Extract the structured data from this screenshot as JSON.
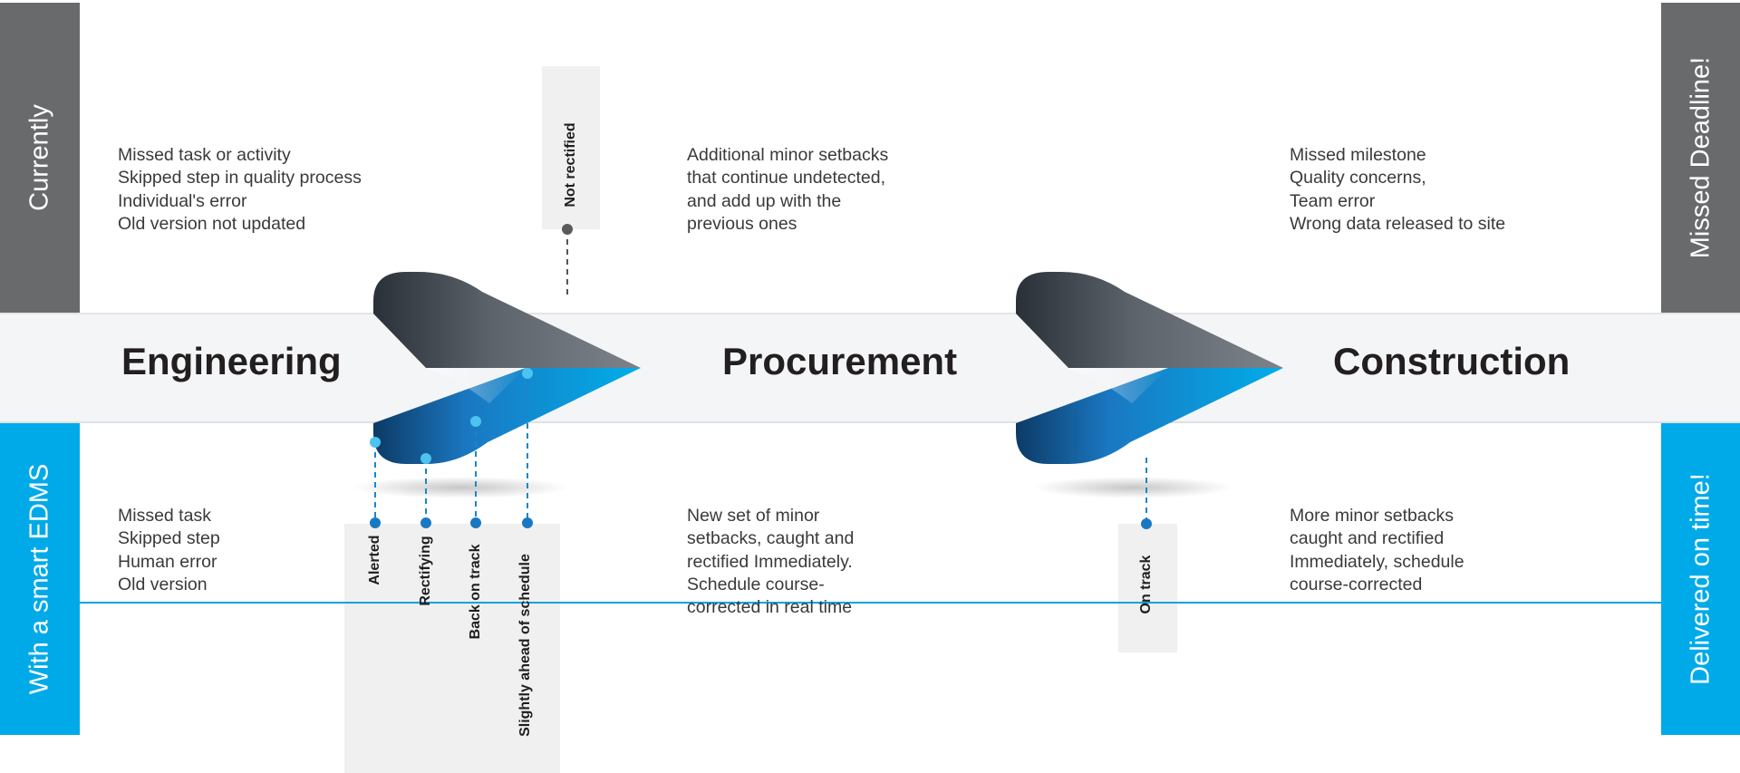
{
  "colors": {
    "current": "#696a6c",
    "smart": "#00aae9",
    "phase_text": "#231f20",
    "body_text": "#3a3a3a"
  },
  "sides": {
    "currently": "Currently",
    "smart": "With a smart EDMS",
    "missed": "Missed Deadline!",
    "delivered": "Delivered on time!"
  },
  "phases": [
    "Engineering",
    "Procurement",
    "Construction"
  ],
  "currently_notes": {
    "engineering": [
      "Missed task or activity",
      "Skipped step in quality process",
      "Individual's error",
      "Old version not updated"
    ],
    "procurement": [
      "Additional minor setbacks",
      "that continue undetected,",
      "and add up with the",
      "previous ones"
    ],
    "construction": [
      "Missed milestone",
      "Quality concerns,",
      "Team error",
      "Wrong data released to site"
    ]
  },
  "smart_notes": {
    "engineering": [
      "Missed task",
      "Skipped step",
      "Human error",
      "Old version"
    ],
    "procurement": [
      "New set of minor",
      "setbacks, caught and",
      "rectified Immediately.",
      "Schedule course-",
      "corrected in real time"
    ],
    "construction": [
      "More minor setbacks",
      "caught and rectified",
      "Immediately, schedule",
      "course-corrected"
    ]
  },
  "markers": {
    "not_rectified": "Not rectified",
    "alerted": "Alerted",
    "rectifying": "Rectifying",
    "back_on_track": "Back on track",
    "ahead": "Slightly ahead of schedule",
    "on_track": "On track"
  }
}
